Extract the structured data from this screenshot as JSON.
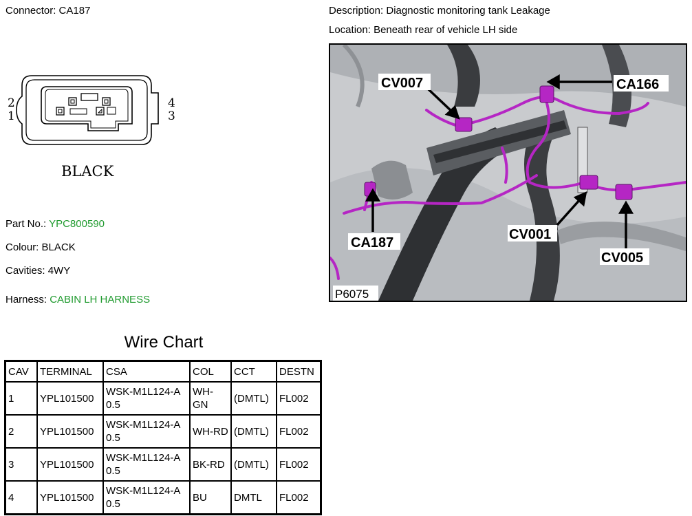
{
  "connector": {
    "label": "Connector:",
    "value": "CA187",
    "color_label": "BLACK",
    "pin_labels": {
      "top_left": "2",
      "bottom_left": "1",
      "top_right": "4",
      "bottom_right": "3"
    }
  },
  "description": {
    "label": "Description:",
    "value": "Diagnostic monitoring tank Leakage"
  },
  "location": {
    "label": "Location:",
    "value": "Beneath rear of vehicle LH side"
  },
  "details": {
    "part_no": {
      "label": "Part No.:",
      "value": "YPC800590"
    },
    "colour": {
      "label": "Colour:",
      "value": "BLACK"
    },
    "cavities": {
      "label": "Cavities:",
      "value": "4WY"
    },
    "harness": {
      "label": "Harness:",
      "value": "CABIN LH HARNESS"
    }
  },
  "photo": {
    "figure_id": "P6075",
    "callouts": [
      "CV007",
      "CA166",
      "CA187",
      "CV001",
      "CV005"
    ]
  },
  "wire_chart": {
    "title": "Wire Chart",
    "columns": [
      "CAV",
      "TERMINAL",
      "CSA",
      "COL",
      "CCT",
      "DESTN"
    ],
    "rows": [
      {
        "cav": "1",
        "terminal": "YPL101500",
        "csa": "WSK-M1L124-A 0.5",
        "col": "WH-GN",
        "cct": "(DMTL)",
        "destn": "FL002"
      },
      {
        "cav": "2",
        "terminal": "YPL101500",
        "csa": "WSK-M1L124-A 0.5",
        "col": "WH-RD",
        "cct": "(DMTL)",
        "destn": "FL002"
      },
      {
        "cav": "3",
        "terminal": "YPL101500",
        "csa": "WSK-M1L124-A 0.5",
        "col": "BK-RD",
        "cct": "(DMTL)",
        "destn": "FL002"
      },
      {
        "cav": "4",
        "terminal": "YPL101500",
        "csa": "WSK-M1L124-A 0.5",
        "col": "BU",
        "cct": "DMTL",
        "destn": "FL002"
      }
    ]
  },
  "colors": {
    "green_value": "#1f9a2e",
    "harness_highlight": "#b526c4"
  }
}
